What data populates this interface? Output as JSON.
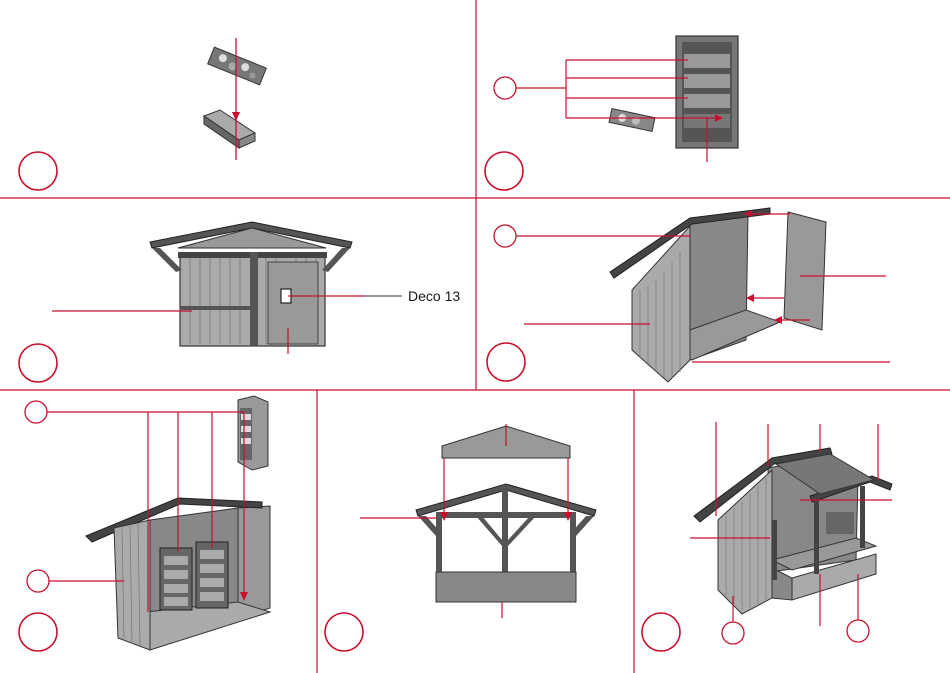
{
  "colors": {
    "accent": "#c8102e",
    "line": "#c8102e",
    "wall": "#8e8e8e",
    "wall_dark": "#555555",
    "wood_dark": "#3c3c3c",
    "wood_light": "#a8a8a8",
    "shelf_fill": "#6a6a6a"
  },
  "panels": [
    {
      "id": "panel-1",
      "content": "crate-parts"
    },
    {
      "id": "panel-2",
      "content": "shelf-unit"
    },
    {
      "id": "panel-3",
      "content": "hut-front"
    },
    {
      "id": "panel-4",
      "content": "hut-walls"
    },
    {
      "id": "panel-5",
      "content": "hut-shelves"
    },
    {
      "id": "panel-6",
      "content": "roof-frame"
    },
    {
      "id": "panel-7",
      "content": "finished-hut"
    }
  ],
  "annotations": {
    "deco_label": "Deco 13"
  }
}
